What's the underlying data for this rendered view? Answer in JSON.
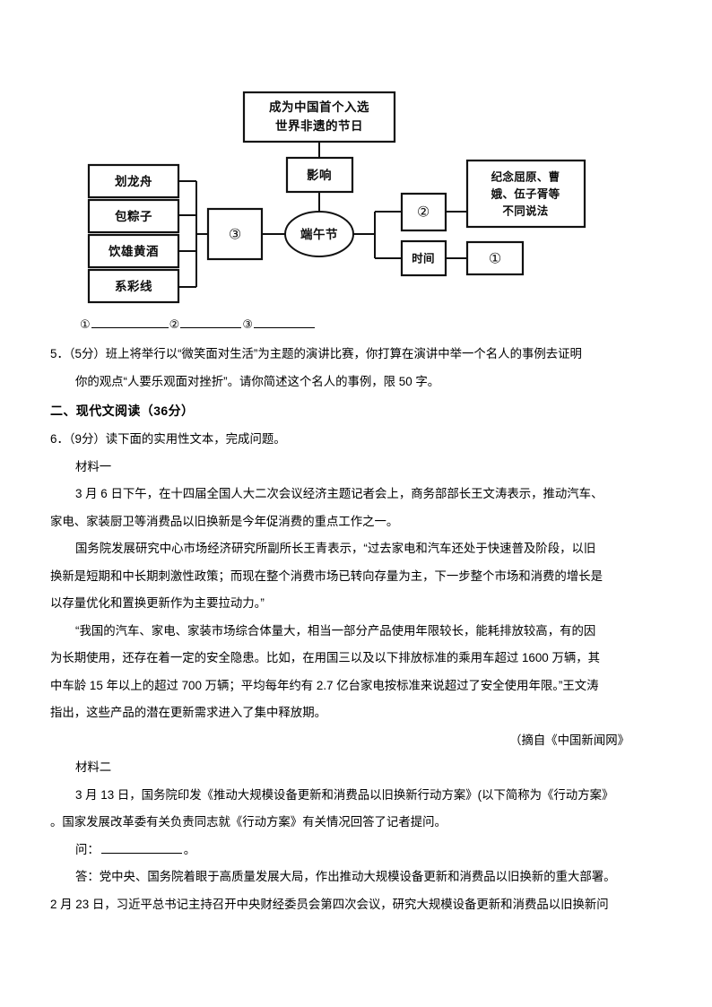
{
  "diagram": {
    "name": "duanwu-festival-mind-map",
    "center_node": "端午节",
    "top_box": "成为中国首个入选\n世界非遗的节日",
    "top_box_line1": "成为中国首个入选",
    "top_box_line2": "世界非遗的节日",
    "influence_box": "影响",
    "customs": [
      "划龙舟",
      "包粽子",
      "饮雄黄酒",
      "系彩线"
    ],
    "blank_box_3": "③",
    "blank_box_2": "②",
    "blank_box_1": "①",
    "time_box": "时间",
    "origin_box_line1": "纪念屈原、曹",
    "origin_box_line2": "娥、伍子胥等",
    "origin_box_line3": "不同说法"
  },
  "answer_blanks": {
    "mark1": "①",
    "mark2": "②",
    "mark3": "③"
  },
  "question5": {
    "line1": "5．（5分）班上将举行以“微笑面对生活”为主题的演讲比赛，你打算在演讲中举一个名人的事例去证明",
    "line2": "你的观点“人要乐观面对挫折”。请你简述这个名人的事例，限 50 字。"
  },
  "section2": {
    "heading": "二、现代文阅读（36分）"
  },
  "question6": {
    "stem": "6．（9分）读下面的实用性文本，完成问题。",
    "material1_label": "材料一",
    "material1_para1_line1": "3 月 6 日下午，在十四届全国人大二次会议经济主题记者会上，商务部部长王文涛表示，推动汽车、",
    "material1_para1_line2": "家电、家装厨卫等消费品以旧换新是今年促消费的重点工作之一。",
    "material1_para2_line1": "国务院发展研究中心市场经济研究所副所长王青表示，“过去家电和汽车还处于快速普及阶段，以旧",
    "material1_para2_line2": "换新是短期和中长期刺激性政策；而现在整个消费市场已转向存量为主，下一步整个市场和消费的增长是",
    "material1_para2_line3": "以存量优化和置换更新作为主要拉动力。”",
    "material1_para3_line1": "“我国的汽车、家电、家装市场综合体量大，相当一部分产品使用年限较长，能耗排放较高，有的因",
    "material1_para3_line2": "为长期使用，还存在着一定的安全隐患。比如，在用国三以及以下排放标准的乘用车超过 1600 万辆，其",
    "material1_para3_line3": "中车龄 15 年以上的超过 700 万辆；平均每年约有 2.7 亿台家电按标准来说超过了安全使用年限。”王文涛",
    "material1_para3_line4": "指出，这些产品的潜在更新需求进入了集中释放期。",
    "material1_source": "（摘自《中国新闻网》",
    "material2_label": "材料二",
    "material2_para1_line1": "3 月 13 日，国务院印发《推动大规模设备更新和消费品以旧换新行动方案》(以下简称为《行动方案》",
    "material2_para1_line2": "。国家发展改革委有关负责同志就《行动方案》有关情况回答了记者提问。",
    "material2_q_prefix": "问：",
    "material2_q_suffix": "。",
    "material2_a_line1_prefix": "答：党中央、国务院着眼于高质量发展大局，作出推动大规模设备更新和消费品以旧换新的重大部署。",
    "material2_a_line2": "2 月 23 日，习近平总书记主持召开中央财经委员会第四次会议，研究大规模设备更新和消费品以旧换新问"
  }
}
